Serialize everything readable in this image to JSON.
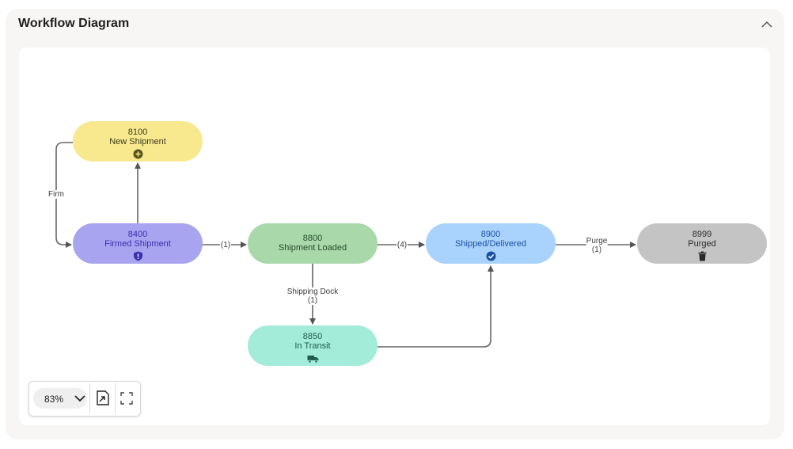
{
  "panel": {
    "title": "Workflow Diagram"
  },
  "nodes": {
    "n8100": {
      "code": "8100",
      "name": "New Shipment",
      "icon": "plus-circle-icon",
      "color": "#f8e98f"
    },
    "n8400": {
      "code": "8400",
      "name": "Firmed Shipment",
      "icon": "shield-alert-icon",
      "color": "#a9a4ef"
    },
    "n8800": {
      "code": "8800",
      "name": "Shipment Loaded",
      "color": "#a9d9ab"
    },
    "n8850": {
      "code": "8850",
      "name": "In Transit",
      "icon": "truck-icon",
      "color": "#a3ecd9"
    },
    "n8900": {
      "code": "8900",
      "name": "Shipped/Delivered",
      "icon": "check-circle-icon",
      "color": "#a9d2fc"
    },
    "n8999": {
      "code": "8999",
      "name": "Purged",
      "icon": "trash-icon",
      "color": "#c4c4c4"
    }
  },
  "edges": {
    "firm": {
      "label": "Firm"
    },
    "e8400_8800": {
      "label": "(1)"
    },
    "e8800_8900": {
      "label": "(4)"
    },
    "e8800_8850": {
      "label": "Shipping Dock",
      "count": "(1)"
    },
    "e8900_8999": {
      "label": "Purge",
      "count": "(1)"
    }
  },
  "zoom": {
    "value": "83%"
  }
}
